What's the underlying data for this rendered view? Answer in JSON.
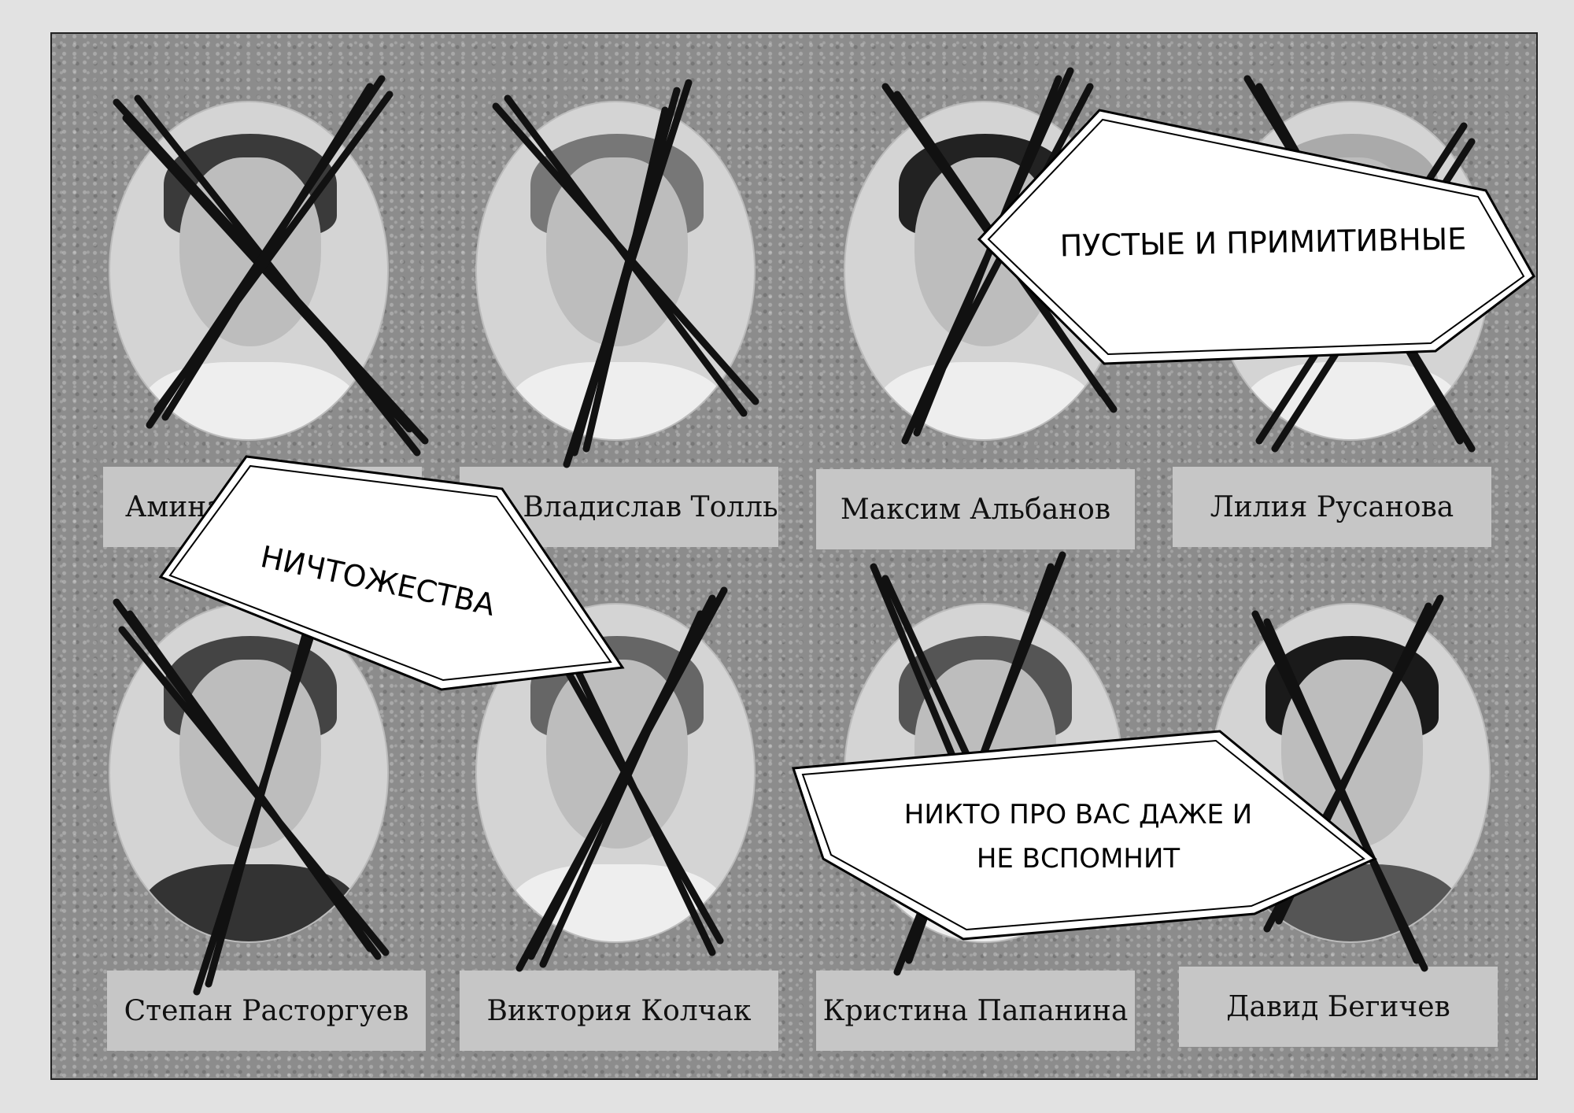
{
  "names": [
    "Амина",
    "Владислав Толль",
    "Максим Альбанов",
    "Лилия Русанова",
    "Степан Расторгуев",
    "Виктория Колчак",
    "Кристина Папанина",
    "Давид Бегичев"
  ],
  "bubbles": {
    "empty": "ПУСТЫЕ И ПРИМИТИВНЫЕ",
    "nobodies": "НИЧТОЖЕСТВА",
    "forget_line1": "НИКТО ПРО ВАС ДАЖЕ И",
    "forget_line2": "НЕ ВСПОМНИТ"
  }
}
